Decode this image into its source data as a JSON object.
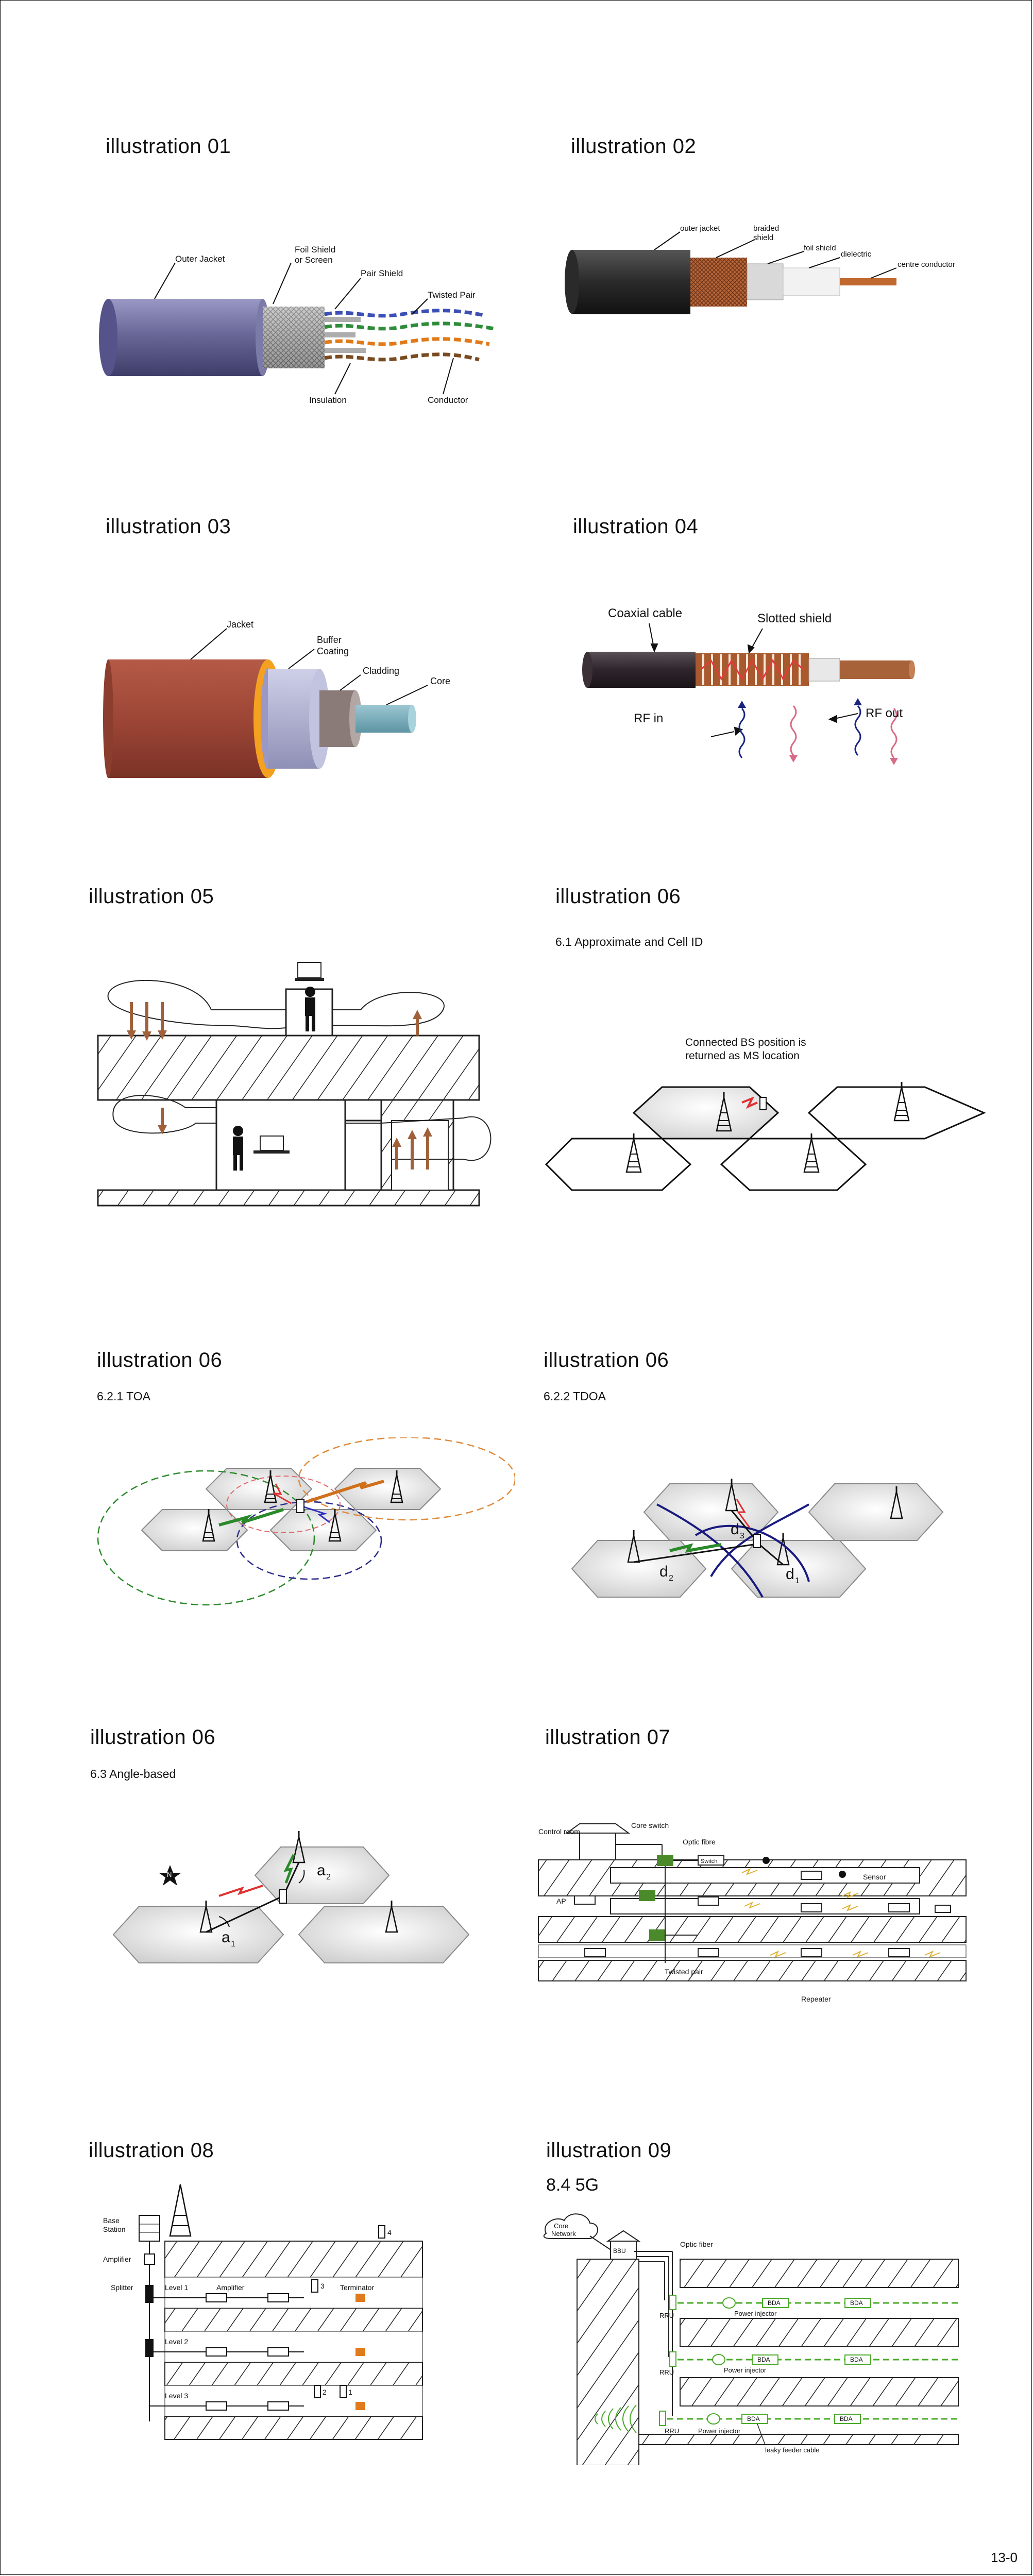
{
  "page_number": "13-0",
  "illustrations": {
    "i01": {
      "title": "illustration 01",
      "labels": {
        "outer_jacket": "Outer Jacket",
        "foil_shield_1": "Foil Shield",
        "foil_shield_2": "or Screen",
        "pair_shield": "Pair Shield",
        "twisted_pair": "Twisted Pair",
        "insulation": "Insulation",
        "conductor": "Conductor"
      }
    },
    "i02": {
      "title": "illustration 02",
      "labels": {
        "outer_jacket": "outer jacket",
        "braided_1": "braided",
        "braided_2": "shield",
        "foil_shield": "foil shield",
        "dielectric": "dielectric",
        "centre_conductor": "centre conductor"
      }
    },
    "i03": {
      "title": "illustration 03",
      "labels": {
        "jacket": "Jacket",
        "buffer_1": "Buffer",
        "buffer_2": "Coating",
        "cladding": "Cladding",
        "core": "Core"
      }
    },
    "i04": {
      "title": "illustration 04",
      "labels": {
        "coaxial": "Coaxial cable",
        "slotted": "Slotted shield",
        "rf_in": "RF in",
        "rf_out": "RF out"
      }
    },
    "i05": {
      "title": "illustration 05"
    },
    "i06a": {
      "title": "illustration 06",
      "subtitle": "6.1 Approximate and Cell ID",
      "labels": {
        "note_1": "Connected BS position is",
        "note_2": "returned as MS location"
      }
    },
    "i06b": {
      "title": "illustration 06",
      "subtitle": "6.2.1 TOA"
    },
    "i06c": {
      "title": "illustration 06",
      "subtitle": "6.2.2 TDOA",
      "labels": {
        "d1": "d",
        "d2": "d",
        "d3": "d",
        "s1": "1",
        "s2": "2",
        "s3": "3"
      }
    },
    "i06d": {
      "title": "illustration 06",
      "subtitle": "6.3 Angle-based",
      "labels": {
        "north": "N",
        "a1": "a",
        "a2": "a",
        "s1": "1",
        "s2": "2"
      }
    },
    "i07": {
      "title": "illustration 07",
      "labels": {
        "control_room": "Control room",
        "core_switch": "Core switch",
        "optic_fibre": "Optic fibre",
        "switch": "Switch",
        "sensor": "Sensor",
        "ap": "AP",
        "twisted_pair": "Twisted pair",
        "repeater": "Repeater"
      }
    },
    "i08": {
      "title": "illustration 08",
      "labels": {
        "base_1": "Base",
        "base_2": "Station",
        "amplifier": "Amplifier",
        "splitter": "Splitter",
        "level1": "Level 1",
        "level2": "Level 2",
        "level3": "Level 3",
        "amplifier_inner": "Amplifier",
        "terminator": "Terminator",
        "n1": "1",
        "n2": "2",
        "n3": "3",
        "n4": "4"
      }
    },
    "i09": {
      "title": "illustration 09",
      "subtitle": "8.4 5G",
      "labels": {
        "core_1": "Core",
        "core_2": "Network",
        "bbu": "BBU",
        "optic_fiber": "Optic fiber",
        "rru": "RRU",
        "power_injector": "Power injector",
        "bda": "BDA",
        "leaky": "leaky feeder cable"
      }
    }
  }
}
